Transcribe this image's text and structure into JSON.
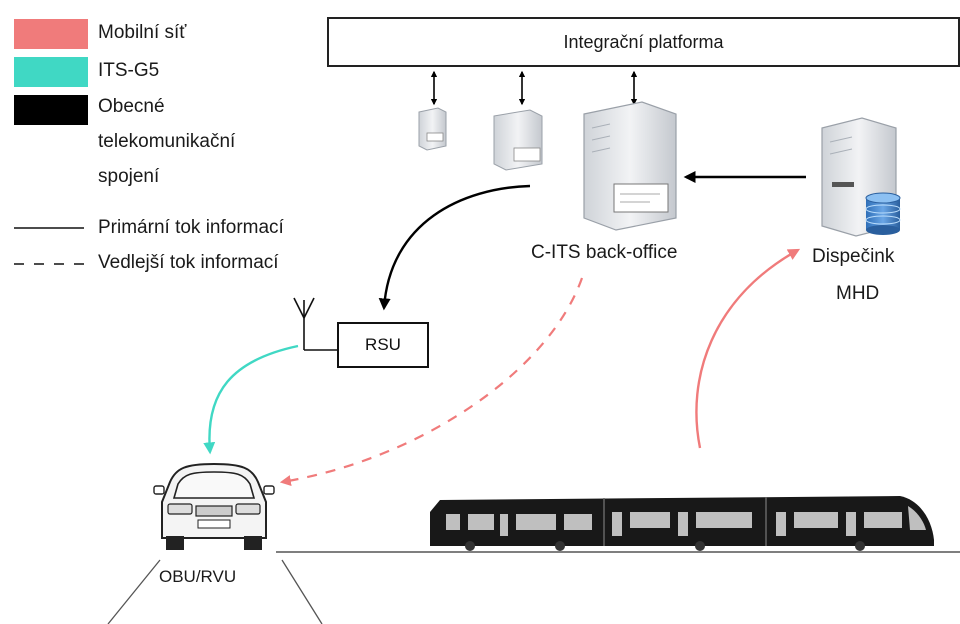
{
  "legend": {
    "items": [
      {
        "label": "Mobilní síť",
        "color": "#f07b7b"
      },
      {
        "label": "ITS-G5",
        "color": "#40d8c4"
      },
      {
        "label": "Obecné",
        "color": "#000000"
      }
    ],
    "obecne_line2": "telekomunikační",
    "obecne_line3": "spojení",
    "primary_flow": "Primární tok informací",
    "secondary_flow": "Vedlejší tok informací"
  },
  "platform": {
    "label": "Integrační platforma"
  },
  "backoffice": {
    "label": "C-ITS back-office"
  },
  "dispatch": {
    "line1": "Dispečink",
    "line2": "MHD"
  },
  "rsu": {
    "label": "RSU"
  },
  "vehicle": {
    "label": "OBU/RVU"
  },
  "colors": {
    "mobile": "#f07b7b",
    "its_g5": "#40d8c4",
    "general": "#000000"
  },
  "icons": [
    "server-icon",
    "database-icon",
    "antenna-icon",
    "car-icon",
    "tram-icon"
  ]
}
